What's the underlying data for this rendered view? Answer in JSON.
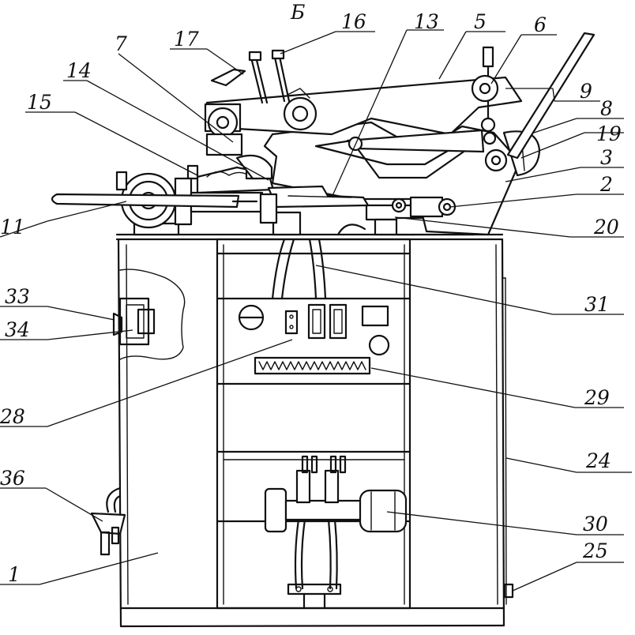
{
  "labels": {
    "view": "Б",
    "n1": "1",
    "n2": "2",
    "n3": "3",
    "n5": "5",
    "n6": "6",
    "n7": "7",
    "n8": "8",
    "n9": "9",
    "n11": "11",
    "n13": "13",
    "n14": "14",
    "n15": "15",
    "n16": "16",
    "n17": "17",
    "n19": "19",
    "n20": "20",
    "n24": "24",
    "n25": "25",
    "n28": "28",
    "n29": "29",
    "n30": "30",
    "n31": "31",
    "n33": "33",
    "n34": "34",
    "n36": "36"
  }
}
